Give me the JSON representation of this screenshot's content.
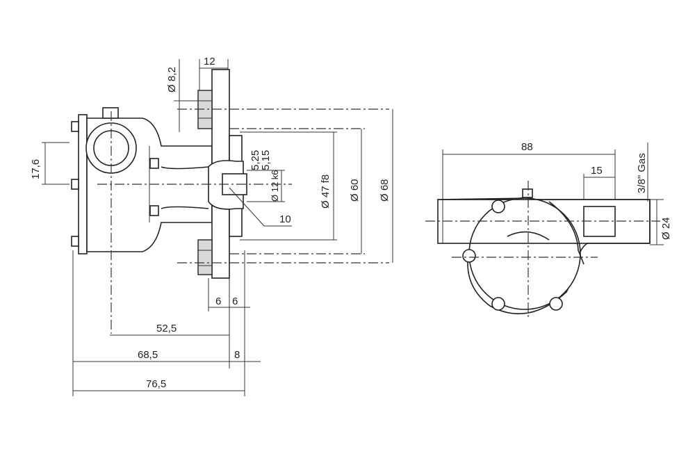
{
  "side_view": {
    "dim_flange_width": "12",
    "dim_bolt_hole": "Ø 8,2",
    "dim_port_height": "17,6",
    "dim_key_a": "5,25",
    "dim_key_b": "5,15",
    "dim_shaft": "Ø 12 k6",
    "dim_spigot": "Ø 47 f8",
    "dim_pcd": "Ø 60",
    "dim_flange_dia": "Ø 68",
    "dim_shaft_len": "10",
    "dim_gap_a": "6",
    "dim_gap_b": "6",
    "dim_len_1": "52,5",
    "dim_len_2": "68,5",
    "dim_len_3": "8",
    "dim_total": "76,5"
  },
  "front_view": {
    "dim_width": "88",
    "dim_thread_len": "15",
    "dim_thread": "3/8\" Gas",
    "dim_port_dia": "Ø 24"
  }
}
